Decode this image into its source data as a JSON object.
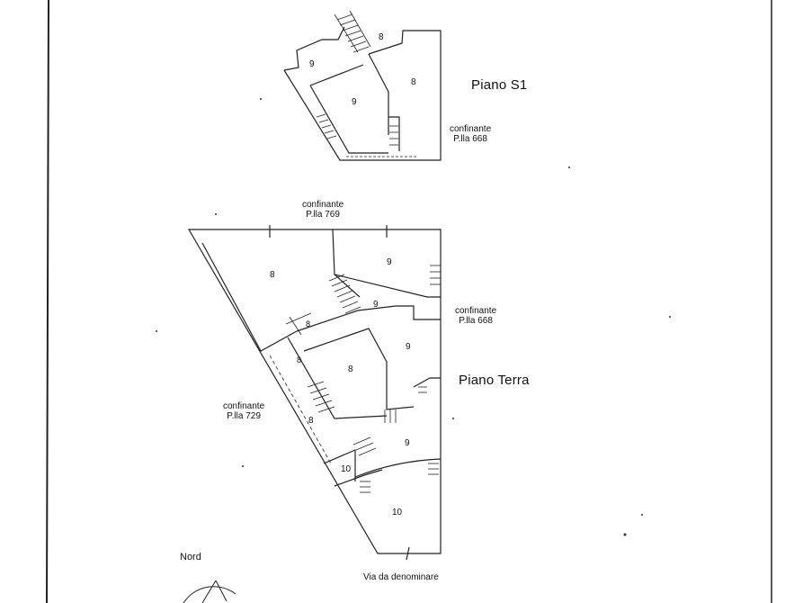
{
  "titles": {
    "s1": "Piano S1",
    "terra": "Piano Terra"
  },
  "s1": {
    "rooms": [
      "8",
      "9",
      "8",
      "9"
    ],
    "confinante_right": {
      "line1": "confinante",
      "line2": "P.lla 668"
    }
  },
  "terra": {
    "confinante_top": {
      "line1": "confinante",
      "line2": "P.lla 769"
    },
    "confinante_right": {
      "line1": "confinante",
      "line2": "P.lla 668"
    },
    "confinante_left": {
      "line1": "confinante",
      "line2": "P.lla 729"
    },
    "rooms": [
      "8",
      "9",
      "9",
      "8",
      "9",
      "8",
      "8",
      "9",
      "10",
      "10",
      "8"
    ]
  },
  "street": "Via da denominare",
  "north": "Nord"
}
